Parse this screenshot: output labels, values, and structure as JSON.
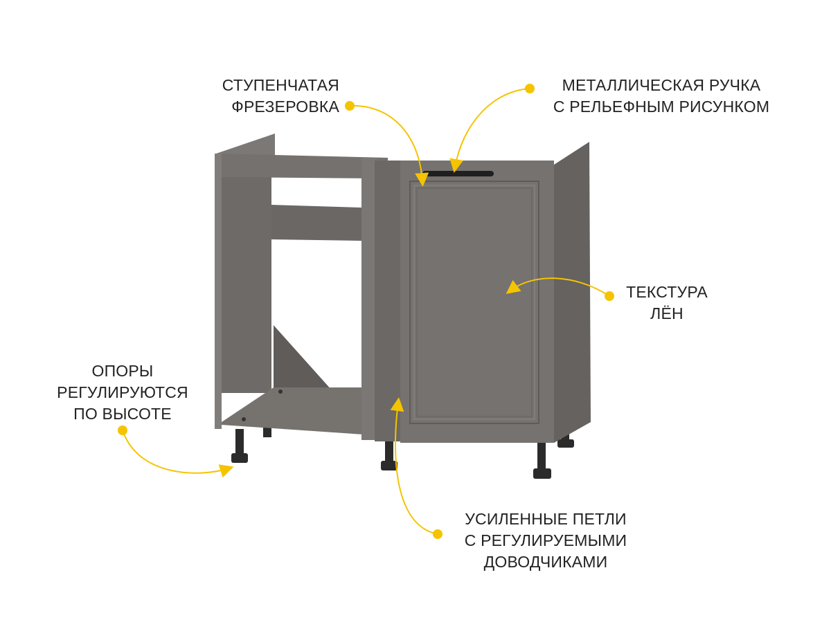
{
  "annotations": {
    "milling": {
      "lines": [
        "СТУПЕНЧАТАЯ",
        "ФРЕЗЕРОВКА"
      ]
    },
    "handle": {
      "lines": [
        "МЕТАЛЛИЧЕСКАЯ РУЧКА",
        "С РЕЛЬЕФНЫМ РИСУНКОМ"
      ]
    },
    "texture": {
      "lines": [
        "ТЕКСТУРА",
        "ЛЁН"
      ]
    },
    "legs": {
      "lines": [
        "ОПОРЫ",
        "РЕГУЛИРУЮТСЯ",
        "ПО ВЫСОТЕ"
      ]
    },
    "hinges": {
      "lines": [
        "УСИЛЕННЫЕ ПЕТЛИ",
        "С РЕГУЛИРУЕМЫМИ",
        "ДОВОДЧИКАМИ"
      ]
    }
  },
  "colors": {
    "accent": "#f5c400",
    "cabinet": "#706d6a",
    "text": "#222222"
  }
}
